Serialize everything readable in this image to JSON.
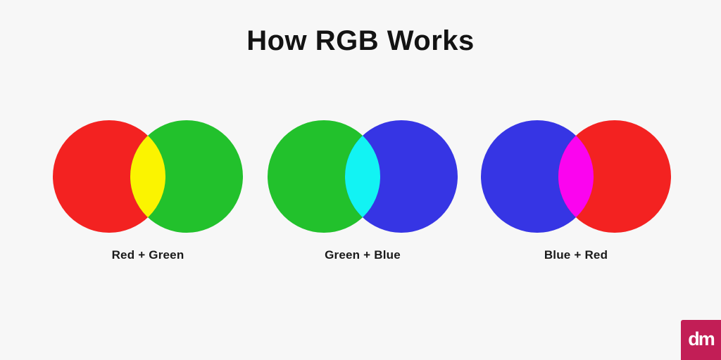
{
  "background": "#f7f7f7",
  "title": "How RGB Works",
  "title_color": "#131313",
  "diagrams": [
    {
      "label": "Red + Green",
      "colors": {
        "left": "#f32221",
        "right": "#22c12c",
        "overlap": "#fbf400"
      }
    },
    {
      "label": "Green + Blue",
      "colors": {
        "left": "#22c12c",
        "right": "#3635e4",
        "overlap": "#12f3f3"
      }
    },
    {
      "label": "Blue + Red",
      "colors": {
        "left": "#3635e4",
        "right": "#f32221",
        "overlap": "#fb04ef"
      }
    }
  ],
  "logo": {
    "text": "dm",
    "background": "#c21e56",
    "text_color": "#ffffff"
  }
}
